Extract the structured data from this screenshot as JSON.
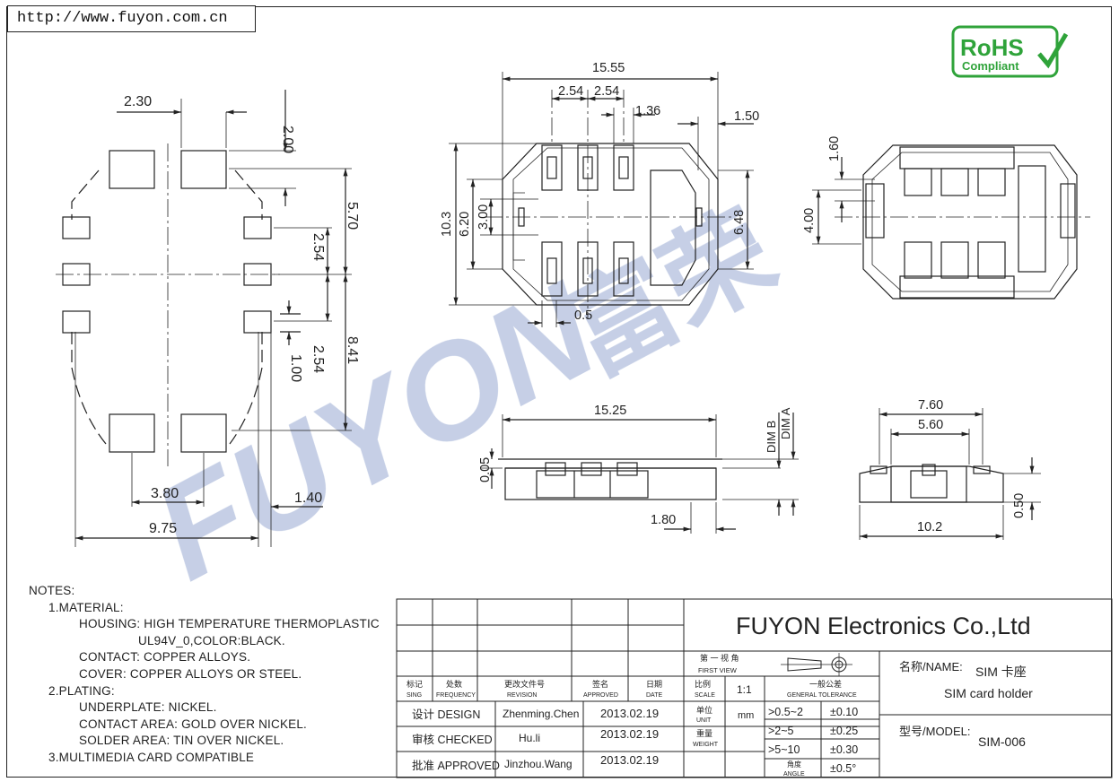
{
  "url": "http://www.fuyon.com.cn",
  "rohs": {
    "line1": "RoHS",
    "line2": "Compliant"
  },
  "watermark": {
    "latin": "FUYON",
    "chinese": "富荣"
  },
  "footprint": {
    "d1": "2.30",
    "d2": "2.00",
    "d3": "5.70",
    "d4": "2.54",
    "d5": "8.41",
    "d6": "2.54",
    "d7": "1.00",
    "d8": "3.80",
    "d9": "1.40",
    "d10": "9.75"
  },
  "top_view": {
    "w": "15.55",
    "p1": "2.54",
    "p2": "2.54",
    "c": "1.36",
    "e": "1.50",
    "h1": "10.3",
    "h2": "6.20",
    "h3": "3.00",
    "h4": "6.48",
    "g": "0.5"
  },
  "right_view": {
    "a": "1.60",
    "b": "4.00"
  },
  "front_view": {
    "w": "15.25",
    "h": "0.05",
    "s": "1.80",
    "dim_b": "DIM B",
    "dim_a": "DIM A"
  },
  "side_view": {
    "w1": "7.60",
    "w2": "5.60",
    "h": "0.50",
    "w3": "10.2"
  },
  "notes": {
    "title": "NOTES:",
    "n1": "1.MATERIAL:",
    "n1a": "HOUSING: HIGH TEMPERATURE THERMOPLASTIC",
    "n1b": "UL94V_0,COLOR:BLACK.",
    "n1c": "CONTACT: COPPER ALLOYS.",
    "n1d": "COVER: COPPER ALLOYS OR STEEL.",
    "n2": "2.PLATING:",
    "n2a": "UNDERPLATE: NICKEL.",
    "n2b": "CONTACT AREA: GOLD OVER NICKEL.",
    "n2c": "SOLDER AREA: TIN OVER NICKEL.",
    "n3": "3.MULTIMEDIA CARD COMPATIBLE"
  },
  "title_block": {
    "company": "FUYON Electronics Co.,Ltd",
    "hdr_mark_cn": "标记",
    "hdr_mark_en": "SING",
    "hdr_freq_cn": "处数",
    "hdr_freq_en": "FREQUENCY",
    "hdr_rev_cn": "更改文件号",
    "hdr_rev_en": "REVISION",
    "hdr_sign_cn": "签名",
    "hdr_sign_en": "APPROVED",
    "hdr_date_cn": "日期",
    "hdr_date_en": "DATE",
    "design_label": "设计 DESIGN",
    "design_name": "Zhenming.Chen",
    "design_date": "2013.02.19",
    "check_label": "审核 CHECKED",
    "check_name": "Hu.li",
    "check_date": "2013.02.19",
    "approve_label": "批准 APPROVED",
    "approve_name": "Jinzhou.Wang",
    "approve_date": "2013.02.19",
    "view_cn": "第 一 视 角",
    "view_en": "FIRST VIEW",
    "scale_cn": "比例",
    "scale_en": "SCALE",
    "scale_val": "1:1",
    "tol_cn": "一般公差",
    "tol_en": "GENERAL TOLERANCE",
    "unit_cn": "单位",
    "unit_en": "UNIT",
    "unit_val": "mm",
    "weight_cn": "重量",
    "weight_en": "WEIGHT",
    "angle_cn": "角度",
    "angle_en": "ANGLE",
    "tol_rows": [
      {
        "range": ">0.5~2",
        "tol": "±0.10"
      },
      {
        "range": ">2~5",
        "tol": "±0.25"
      },
      {
        "range": ">5~10",
        "tol": "±0.30"
      }
    ],
    "tol_angle": "±0.5°",
    "name_label": "名称/NAME:",
    "name_cn": "SIM 卡座",
    "name_en": "SIM card holder",
    "model_label": "型号/MODEL:",
    "model_val": "SIM-006"
  }
}
